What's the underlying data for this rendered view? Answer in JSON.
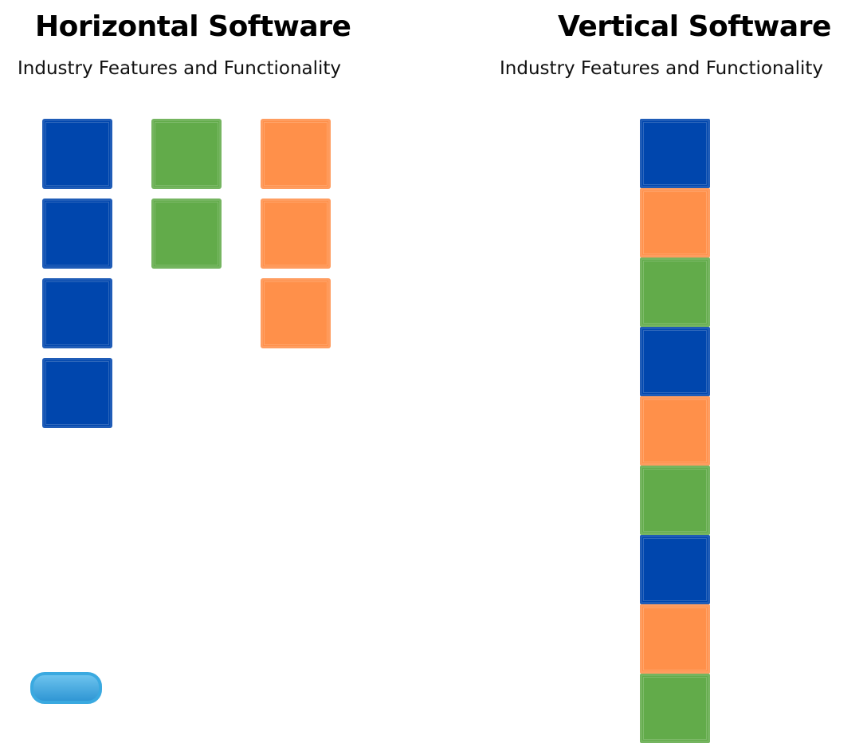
{
  "left_panel": {
    "title": "Horizontal Software",
    "subtitle": "Industry Features and Functionality",
    "columns": [
      {
        "name": "blue",
        "color": "#0046AD",
        "count": 4
      },
      {
        "name": "green",
        "color": "#62AB4A",
        "count": 2
      },
      {
        "name": "orange",
        "color": "#FF904A",
        "count": 3
      }
    ]
  },
  "right_panel": {
    "title": "Vertical Software",
    "subtitle": "Industry Features and Functionality",
    "stack": [
      {
        "color": "#0046AD"
      },
      {
        "color": "#FF904A"
      },
      {
        "color": "#62AB4A"
      },
      {
        "color": "#0046AD"
      },
      {
        "color": "#FF904A"
      },
      {
        "color": "#62AB4A"
      },
      {
        "color": "#0046AD"
      },
      {
        "color": "#FF904A"
      },
      {
        "color": "#62AB4A"
      }
    ]
  },
  "logo": {
    "icon": "brand-logo-icon",
    "color": "#3AA9E0"
  }
}
